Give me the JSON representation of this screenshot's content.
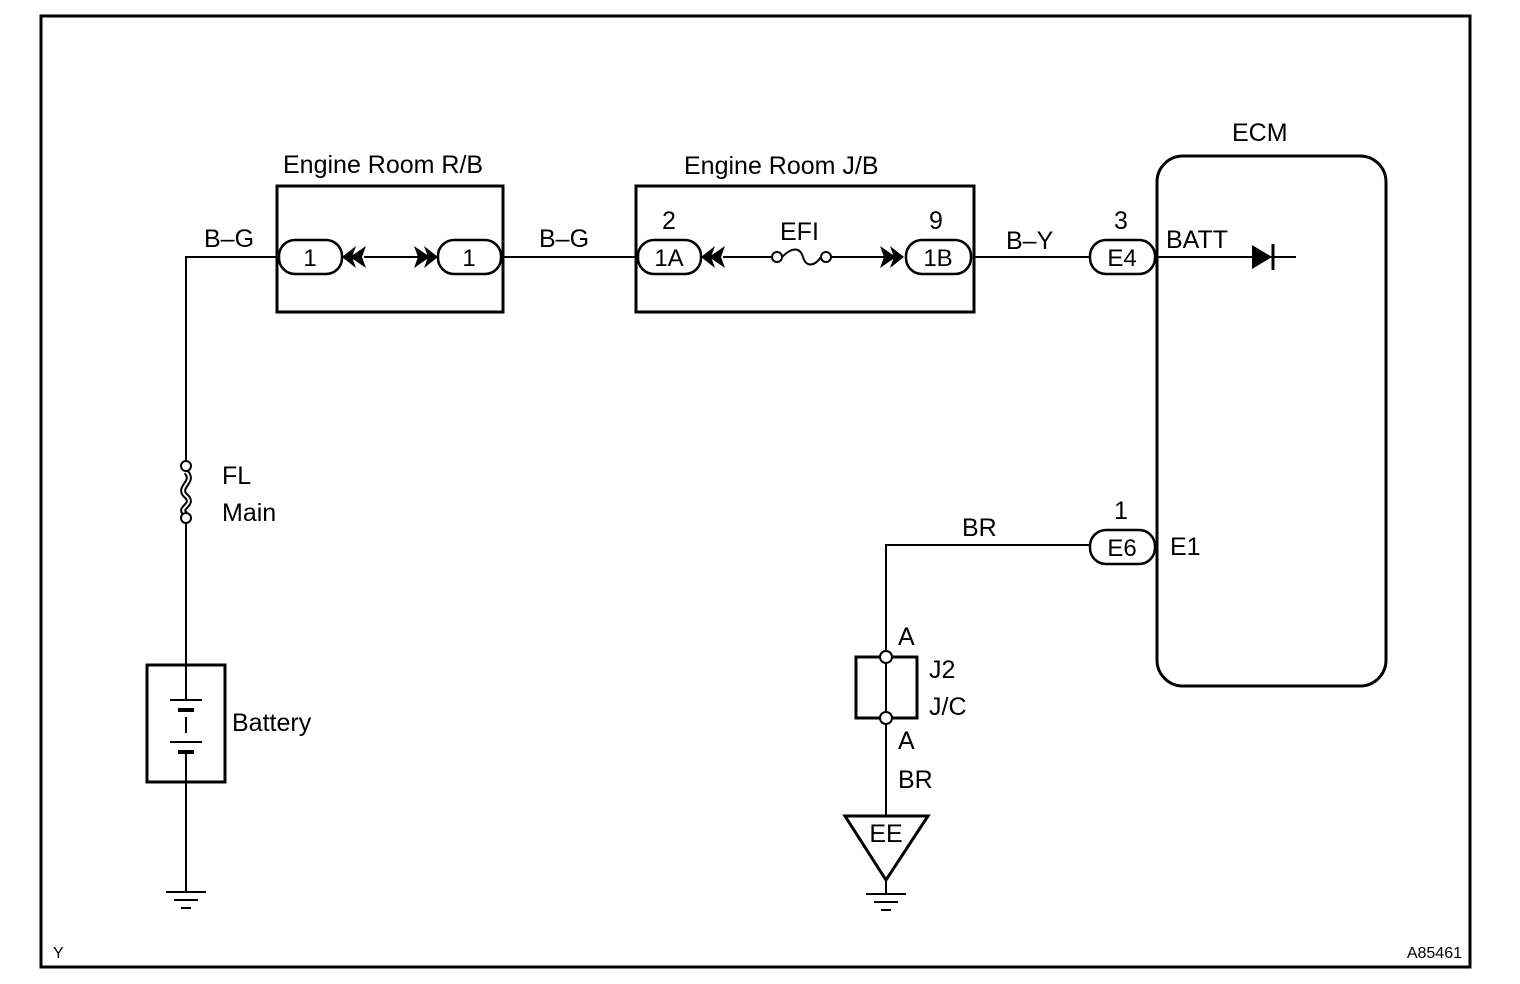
{
  "labels": {
    "engine_room_rb": "Engine Room R/B",
    "engine_room_jb": "Engine Room J/B",
    "ecm": "ECM",
    "wire_bg_1": "B–G",
    "wire_bg_2": "B–G",
    "wire_by": "B–Y",
    "wire_br_1": "BR",
    "wire_br_2": "BR",
    "efi": "EFI",
    "batt": "BATT",
    "e1": "E1",
    "fl": "FL",
    "main": "Main",
    "battery": "Battery",
    "j2": "J2",
    "jc": "J/C",
    "a_top": "A",
    "a_bottom": "A",
    "ground_ee": "EE",
    "corner_left": "Y",
    "figure_id": "A85461"
  },
  "connectors": {
    "rb_in": "1",
    "rb_out": "1",
    "jb_in": "1A",
    "jb_in_pin": "2",
    "jb_out": "1B",
    "jb_out_pin": "9",
    "ecm_e4": "E4",
    "ecm_e4_pin": "3",
    "ecm_e6": "E6",
    "ecm_e6_pin": "1"
  }
}
